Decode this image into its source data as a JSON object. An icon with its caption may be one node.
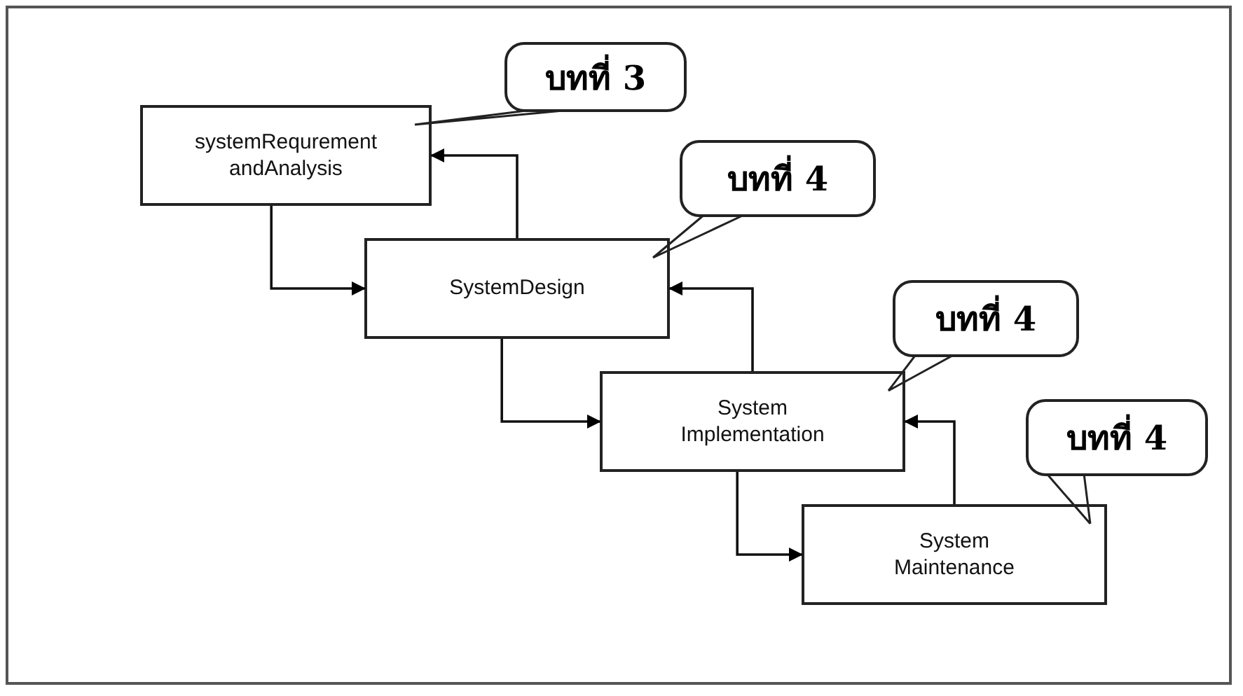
{
  "diagram": {
    "nodes": [
      {
        "text": [
          "systemRequrement andAnalysis"
        ]
      },
      {
        "text": [
          "SystemDesign"
        ]
      },
      {
        "text": [
          "System Implementation"
        ]
      },
      {
        "text": [
          "System Maintenance"
        ]
      },
      {
        "text": [
          "บทที่ 3"
        ]
      },
      {
        "text": [
          "บทที่ 4"
        ]
      },
      {
        "text": [
          "บทที่ 4"
        ]
      },
      {
        "text": [
          "บทที่ 4"
        ]
      }
    ],
    "edges": [
      {
        "from": 0,
        "to": 1,
        "arrow": "to"
      },
      {
        "from": 1,
        "to": 0,
        "arrow": "to"
      },
      {
        "from": 1,
        "to": 2,
        "arrow": "to"
      },
      {
        "from": 2,
        "to": 1,
        "arrow": "to"
      },
      {
        "from": 2,
        "to": 3,
        "arrow": "to"
      },
      {
        "from": 3,
        "to": 2,
        "arrow": "to"
      },
      {
        "from": 4,
        "to": 0,
        "arrow": "none"
      },
      {
        "from": 5,
        "to": 1,
        "arrow": "none"
      },
      {
        "from": 6,
        "to": 2,
        "arrow": "none"
      },
      {
        "from": 7,
        "to": 3,
        "arrow": "none"
      }
    ]
  }
}
